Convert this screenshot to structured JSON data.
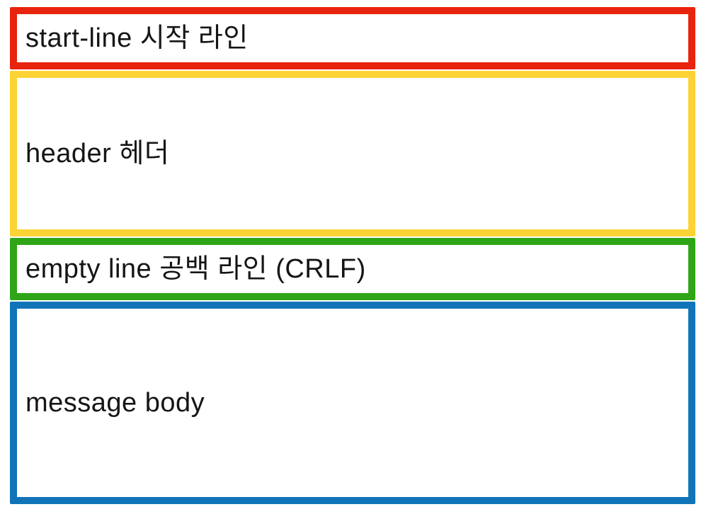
{
  "diagram": {
    "background": "#ffffff",
    "text_color": "#151515",
    "rows": [
      {
        "id": "start-line",
        "label": "start-line 시작 라인",
        "border_color": "#e8230e"
      },
      {
        "id": "header",
        "label": "header 헤더",
        "border_color": "#fdd235"
      },
      {
        "id": "empty-line",
        "label": "empty line 공백 라인 (CRLF)",
        "border_color": "#2fa517"
      },
      {
        "id": "message-body",
        "label": "message body",
        "border_color": "#1174b9"
      }
    ]
  }
}
